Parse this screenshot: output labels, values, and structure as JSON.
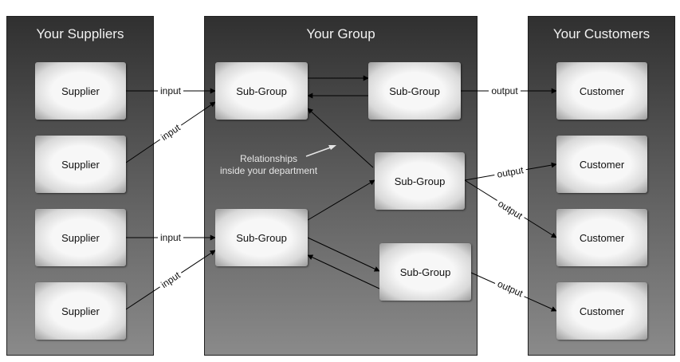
{
  "panels": {
    "suppliers": {
      "title": "Your Suppliers"
    },
    "group": {
      "title": "Your Group"
    },
    "customers": {
      "title": "Your Customers"
    }
  },
  "suppliers": [
    "Supplier",
    "Supplier",
    "Supplier",
    "Supplier"
  ],
  "subgroups": [
    "Sub-Group",
    "Sub-Group",
    "Sub-Group",
    "Sub-Group",
    "Sub-Group"
  ],
  "customers": [
    "Customer",
    "Customer",
    "Customer",
    "Customer"
  ],
  "note": {
    "line1": "Relationships",
    "line2": "inside your department"
  },
  "labels": {
    "input": "input",
    "output": "output"
  }
}
